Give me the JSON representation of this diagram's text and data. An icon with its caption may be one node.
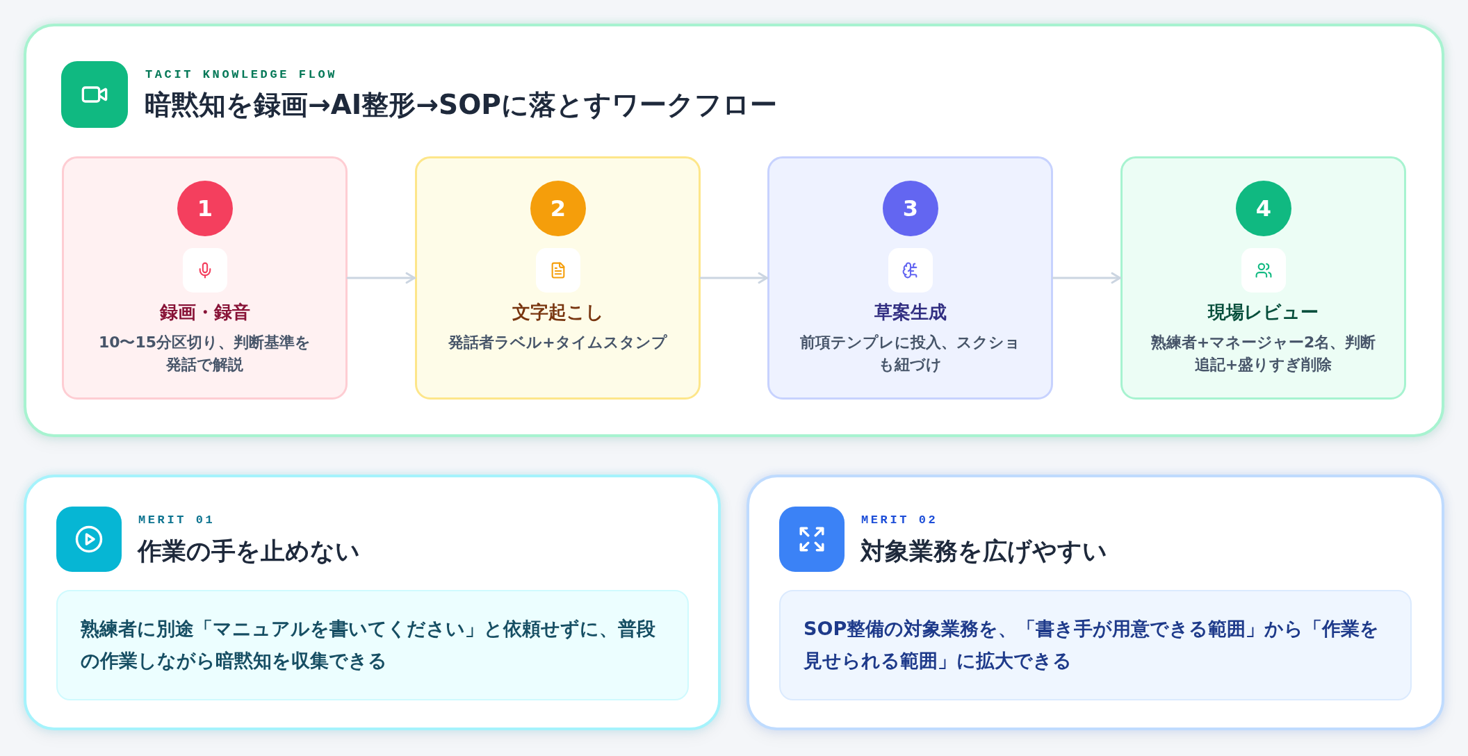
{
  "diagram": {
    "nodes": [
      {
        "text": [
          "TACIT KNOWLEDGE FLOW",
          "暗黙知を録画→AI整形→SOPに落とすワークフロー"
        ]
      },
      {
        "text": [
          "録画・録音",
          "10〜15分区切り、判断基準を発話で解説"
        ],
        "in": 0
      },
      {
        "text": [
          "1"
        ],
        "in": 1
      },
      {
        "text": [
          "文字起こし",
          "発話者ラベル+タイムスタンプ"
        ],
        "in": 0
      },
      {
        "text": [
          "2"
        ],
        "in": 3
      },
      {
        "text": [
          "草案生成",
          "前項テンプレに投入、スクショも紐づけ"
        ],
        "in": 0
      },
      {
        "text": [
          "3"
        ],
        "in": 5
      },
      {
        "text": [
          "現場レビュー",
          "熟練者+マネージャー2名、判断追記+盛りすぎ削除"
        ],
        "in": 0
      },
      {
        "text": [
          "4"
        ],
        "in": 7
      },
      {
        "text": [
          "MERIT 01",
          "作業の手を止めない"
        ]
      },
      {
        "text": [
          "熟練者に別途「マニュアルを書いてください」と依頼せずに、普段の作業しながら暗黙知を収集できる"
        ],
        "in": 9
      },
      {
        "text": [
          "MERIT 02",
          "対象業務を広げやすい"
        ]
      },
      {
        "text": [
          "SOP整備の対象業務を、「書き手が用意できる範囲」から「作業を見せられる範囲」に拡大できる"
        ],
        "in": 11
      }
    ],
    "edges": [
      {
        "from": 1,
        "to": 3,
        "arrow": "to"
      },
      {
        "from": 3,
        "to": 5,
        "arrow": "to"
      },
      {
        "from": 5,
        "to": 7,
        "arrow": "to"
      }
    ]
  }
}
